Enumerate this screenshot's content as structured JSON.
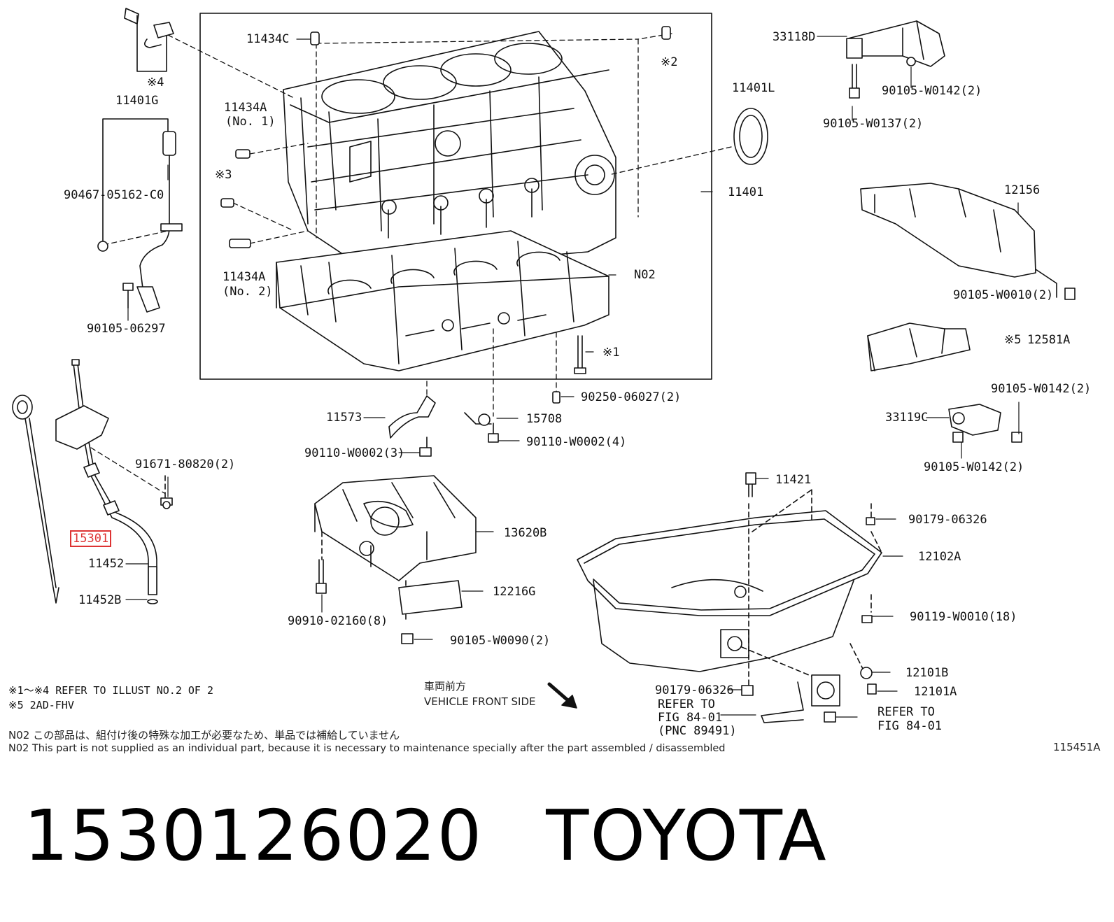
{
  "labels": {
    "p11434c": "11434C",
    "mark2": "※2",
    "mark4": "※4",
    "p11401g": "11401G",
    "p11434a_1": "11434A",
    "no1": "(No. 1)",
    "mark3": "※3",
    "p11434a_2": "11434A",
    "no2": "(No. 2)",
    "p11401l": "11401L",
    "p11401": "11401",
    "n02": "N02",
    "mark1": "※1",
    "p33118d": "33118D",
    "p90105_w0142_top": "90105-W0142(2)",
    "p90105_w0137": "90105-W0137(2)",
    "p12156": "12156",
    "p90105_w0010": "90105-W0010(2)",
    "mark5": "※5",
    "p12581a": "12581A",
    "p90105_w0142_mid": "90105-W0142(2)",
    "p33119c": "33119C",
    "p90105_w0142_low": "90105-W0142(2)",
    "p90467": "90467-05162-C0",
    "p90105_06297": "90105-06297",
    "p90250": "90250-06027(2)",
    "p11573": "11573",
    "p15708": "15708",
    "p90110_3": "90110-W0002(3)",
    "p90110_4": "90110-W0002(4)",
    "p91671": "91671-80820(2)",
    "p15301": "15301",
    "p11452": "11452",
    "p11452b": "11452B",
    "p13620b": "13620B",
    "p12216g": "12216G",
    "p90910": "90910-02160(8)",
    "p90105_w0090": "90105-W0090(2)",
    "p11421": "11421",
    "p90179_top": "90179-06326",
    "p12102a": "12102A",
    "p90119": "90119-W0010(18)",
    "p12101b": "12101B",
    "p12101a": "12101A",
    "p90179_bot": "90179-06326",
    "refer1": "REFER TO",
    "fig1": "FIG 84-01",
    "pnc": "(PNC 89491)",
    "refer2": "REFER TO",
    "fig2": "FIG 84-01"
  },
  "notes": {
    "ref1": "※1～※4 REFER TO ILLUST NO.2 OF 2",
    "ref2": "※5 2AD-FHV",
    "front_jp": "車両前方",
    "front_en": "VEHICLE FRONT SIDE",
    "n02_jp": "N02  この部品は、組付け後の特殊な加工が必要なため、単品では補給していません",
    "n02_en": "N02  This part is not supplied as an individual part, because it is necessary to maintenance specially after the part assembled / disassembled",
    "illust_no": "115451A"
  },
  "highlight": {
    "part": "15301",
    "color": "#dd3333"
  },
  "caption": {
    "part_number": "1530126020",
    "brand": "TOYOTA"
  }
}
